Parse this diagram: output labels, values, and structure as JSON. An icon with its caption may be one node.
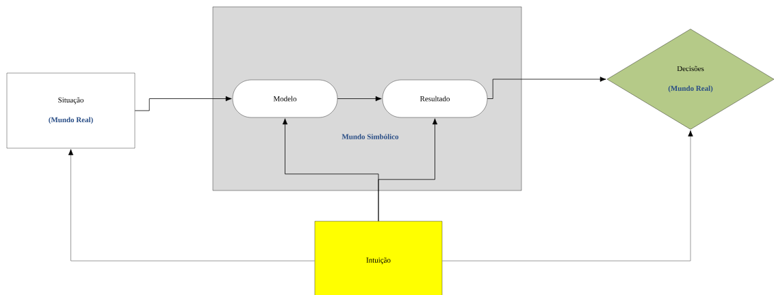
{
  "diagram": {
    "nodes": [
      {
        "text": [
          "Situação",
          "(Mundo Real)"
        ]
      },
      {
        "text": [
          "Mundo Simbólico"
        ]
      },
      {
        "text": [
          "Modelo"
        ],
        "in": 1
      },
      {
        "text": [
          "Resultado"
        ],
        "in": 1
      },
      {
        "text": [
          "Decisões",
          "(Mundo Real)"
        ]
      },
      {
        "text": [
          "Intuição"
        ]
      }
    ],
    "edges": [
      {
        "from": 0,
        "to": 2,
        "arrow": "to"
      },
      {
        "from": 2,
        "to": 3,
        "arrow": "to"
      },
      {
        "from": 3,
        "to": 4,
        "arrow": "to"
      },
      {
        "from": 5,
        "to": 2,
        "arrow": "to"
      },
      {
        "from": 5,
        "to": 3,
        "arrow": "to"
      },
      {
        "from": 5,
        "to": 0,
        "arrow": "to",
        "color": "#808080"
      },
      {
        "from": 5,
        "to": 4,
        "arrow": "to",
        "color": "#808080"
      }
    ]
  }
}
